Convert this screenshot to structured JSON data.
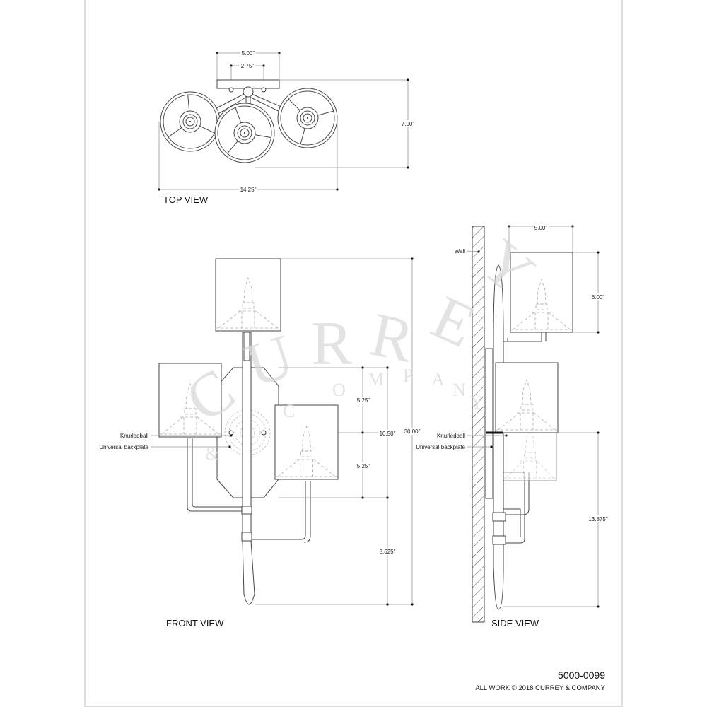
{
  "drawing": {
    "part_number": "5000-0099",
    "copyright": "ALL WORK © 2018 CURREY & COMPANY",
    "watermark": {
      "brand": "CURREY",
      "sub": "& COMPANY"
    }
  },
  "top_view": {
    "title": "TOP VIEW",
    "dims": {
      "plate_width": "5.00\"",
      "screw_spacing": "2.75\"",
      "depth": "7.00\"",
      "width": "14.25\""
    }
  },
  "front_view": {
    "title": "FRONT VIEW",
    "labels": {
      "knurledball": "Knurledball",
      "backplate": "Universal backplate"
    },
    "dims": {
      "upper_half": "5.25\"",
      "lower_half": "5.25\"",
      "backplate_height": "10.50\"",
      "overall_height": "30.00\"",
      "bottom_to_center": "8.625\""
    }
  },
  "side_view": {
    "title": "SIDE VIEW",
    "labels": {
      "wall": "Wall",
      "knurledball": "Knurledball",
      "backplate": "Universal backplate"
    },
    "dims": {
      "shade_width": "5.00\"",
      "shade_height": "6.00\"",
      "center_to_bottom": "13.875\""
    }
  }
}
